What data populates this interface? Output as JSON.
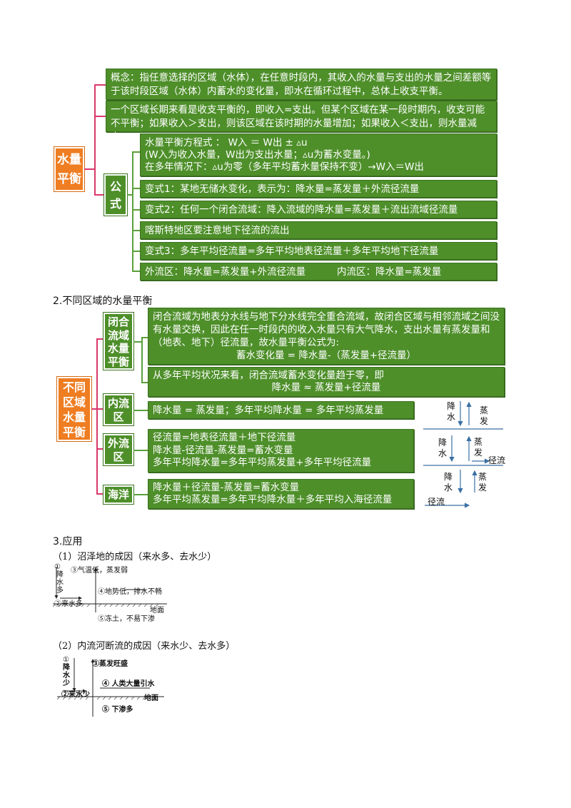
{
  "section1": {
    "title_lines": [
      "水量",
      "平衡"
    ],
    "concept": "概念：指任意选择的区域（水体），在任意时段内，其收入的水量与支出的水量之间差额等于该时段区域（水体）内蓄水的变化量，即水在循环过程中，总体上收支平衡。",
    "longterm": "一个区域长期来看是收支平衡的，即收入=支出。但某个区域在某一段时期内，收支可能不平衡；如果收入＞支出，则该区域在该时期的水量增加；如果收入＜支出，则水量减少。",
    "formula_label_lines": [
      "公",
      "式"
    ],
    "formula_main": [
      "水量平衡方程式 ： W入 ＝ W出 ± ▵u",
      "(W入为收入水量，W出为支出水量；▵u为蓄水变量。)",
      "在多年情况下：▵u为零（多年平均蓄水量保持不变）→W入＝W出"
    ],
    "variant1": "变式1：某地无储水变化，表示为：降水量=蒸发量＋外流径流量",
    "variant2": "变式2：任何一个闭合流域：降入流域的降水量=蒸发量＋流出流域径流量",
    "karst": "喀斯特地区要注意地下径流的流出",
    "variant3": "变式3：多年平均径流量=多年平均地表径流量＋多年平均地下径流量",
    "outflow": "外流区：降水量=蒸发量+外流径流量",
    "inflow": "内流区：降水量=蒸发量"
  },
  "section2": {
    "heading": "2.不同区域的水量平衡",
    "title_lines": [
      "不同",
      "区域",
      "水量",
      "平衡"
    ],
    "closed_label_lines": [
      "闭合",
      "流域",
      "水量",
      "平衡"
    ],
    "closed_text": [
      "闭合流域为地表分水线与地下分水线完全重合流域，故闭合区域与相邻流域之间没有水量交换，因此在任一时段内的收入水量只有大气降水，支出水量有蒸发量和（地表、地下）径流量，故水量平衡公式为:",
      "蓄水变化量 = 降水量-（蒸发量+径流量）"
    ],
    "closed_avg": [
      "从多年平均状况来看，闭合流域蓄水变化量趋于零，即",
      "降水量 ≈ 蒸发量+径流量"
    ],
    "inland_label_lines": [
      "内流",
      "区"
    ],
    "inland_text": "降水量 = 蒸发量；多年平均降水量 = 多年平均蒸发量",
    "outflow_label_lines": [
      "外流",
      "区"
    ],
    "outflow_text": [
      "径流量=地表径流量＋地下径流量",
      "降水量-径流量-蒸发量=蓄水变量",
      "多年平均降水量=多年平均蒸发量+多年平均径流量"
    ],
    "ocean_label": "海洋",
    "ocean_text": [
      "降水量＋径流量-蒸发量=蓄水变量",
      "多年平均蒸发量=多年平均降水量＋多年平均入海径流量"
    ],
    "diagram": {
      "top": {
        "precip": [
          "降",
          "水"
        ],
        "evap": [
          "蒸",
          "发"
        ]
      },
      "mid": {
        "precip": [
          "降",
          "水"
        ],
        "evap": [
          "蒸",
          "发"
        ],
        "runoff": "径流"
      },
      "bot": {
        "precip": [
          "降",
          "水"
        ],
        "evap": [
          "蒸",
          "发"
        ],
        "runoff": "径流"
      }
    }
  },
  "section3": {
    "heading": "3.应用",
    "case1_title": "（1）沼泽地的成因（来水多、去水少）",
    "case1": {
      "n1": "①",
      "precip": [
        "降",
        "水",
        "多"
      ],
      "n3": "③气温低，蒸发弱",
      "n4": "④地势低，排水不畅",
      "ground": "地面",
      "n2": "②来水多",
      "n5": "⑤冻土，不易下渗"
    },
    "case2_title": "（2）内流河断流的成因（来水少、去水多）",
    "case2": {
      "n1": "①",
      "precip": [
        "降",
        "水",
        "少"
      ],
      "n3": "③蒸发旺盛",
      "n4": "④ 人类大量引水",
      "ground": "地面",
      "n2": "②来水少",
      "n5": "⑤ 下渗多"
    }
  }
}
